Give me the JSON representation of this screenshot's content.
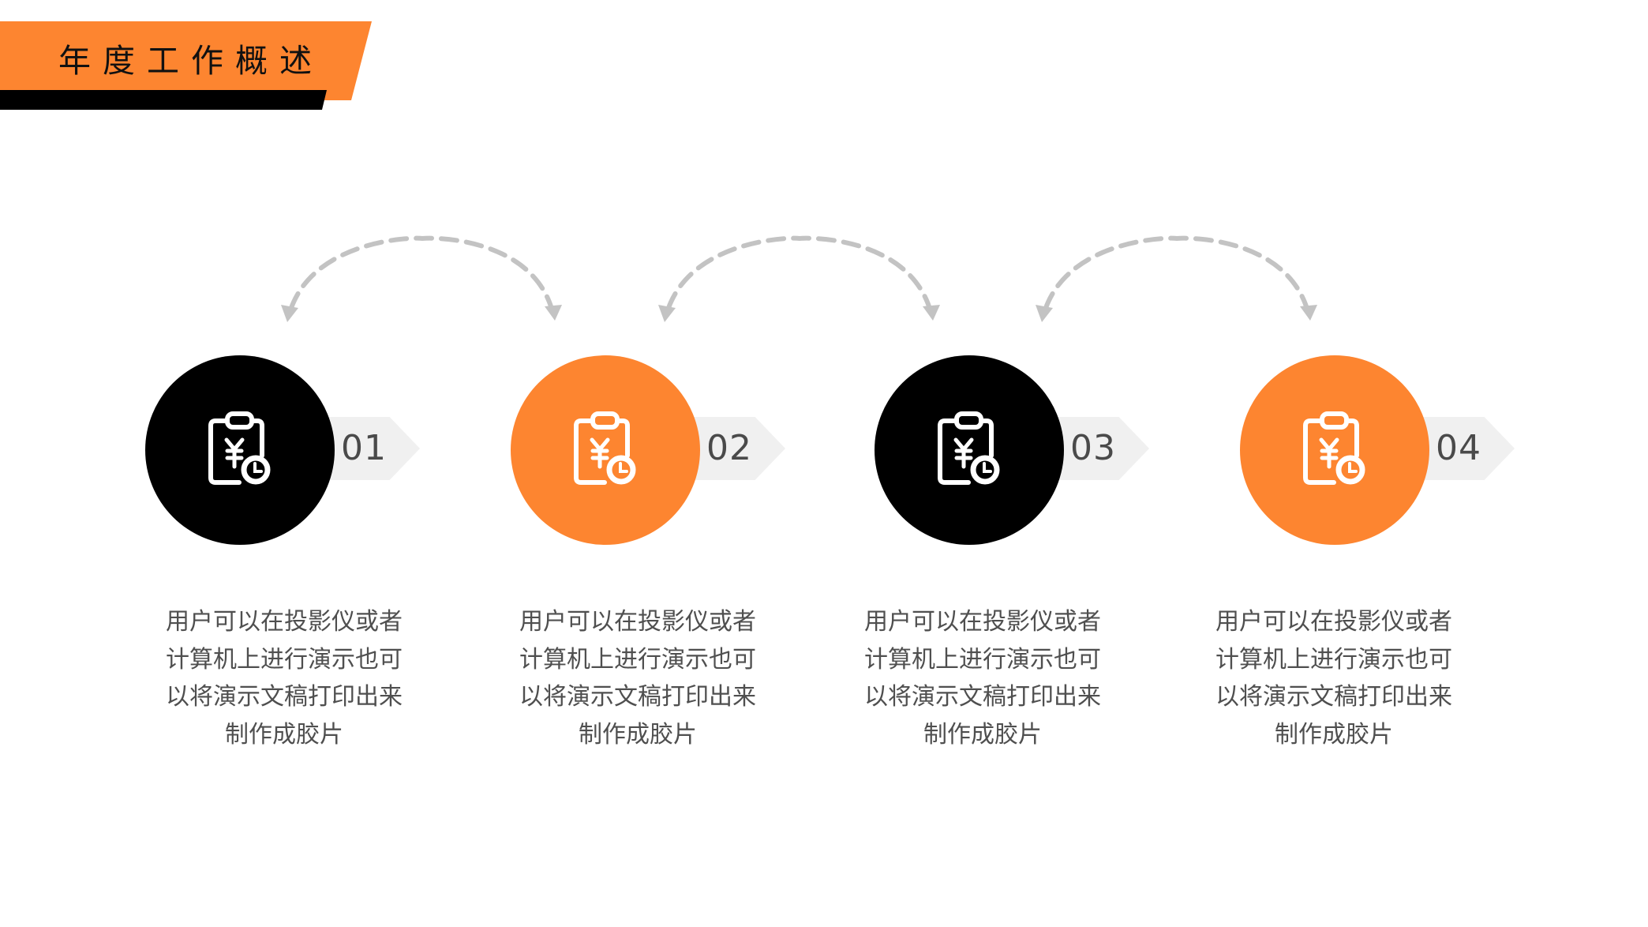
{
  "header": {
    "title": "年度工作概述",
    "accent_color": "#fd8530",
    "bar_color": "#000000"
  },
  "colors": {
    "orange": "#fd8530",
    "black": "#000000",
    "tag_bg": "#f0f0f0",
    "arrow": "#c3c3c3",
    "text": "#4f4f4f"
  },
  "steps": [
    {
      "number": "01",
      "circle_color": "#000000",
      "icon": "clipboard-yen-clock-icon",
      "lines": [
        "用户可以在投影仪或者",
        "计算机上进行演示也可",
        "以将演示文稿打印出来",
        "制作成胶片"
      ]
    },
    {
      "number": "02",
      "circle_color": "#fd8530",
      "icon": "clipboard-yen-clock-icon",
      "lines": [
        "用户可以在投影仪或者",
        "计算机上进行演示也可",
        "以将演示文稿打印出来",
        "制作成胶片"
      ]
    },
    {
      "number": "03",
      "circle_color": "#000000",
      "icon": "clipboard-yen-clock-icon",
      "lines": [
        "用户可以在投影仪或者",
        "计算机上进行演示也可",
        "以将演示文稿打印出来",
        "制作成胶片"
      ]
    },
    {
      "number": "04",
      "circle_color": "#fd8530",
      "icon": "clipboard-yen-clock-icon",
      "lines": [
        "用户可以在投影仪或者",
        "计算机上进行演示也可",
        "以将演示文稿打印出来",
        "制作成胶片"
      ]
    }
  ],
  "connectors": [
    {
      "from": "01",
      "to": "02",
      "style": "dashed-double-arrow-arc"
    },
    {
      "from": "02",
      "to": "03",
      "style": "dashed-double-arrow-arc"
    },
    {
      "from": "03",
      "to": "04",
      "style": "dashed-double-arrow-arc"
    }
  ]
}
